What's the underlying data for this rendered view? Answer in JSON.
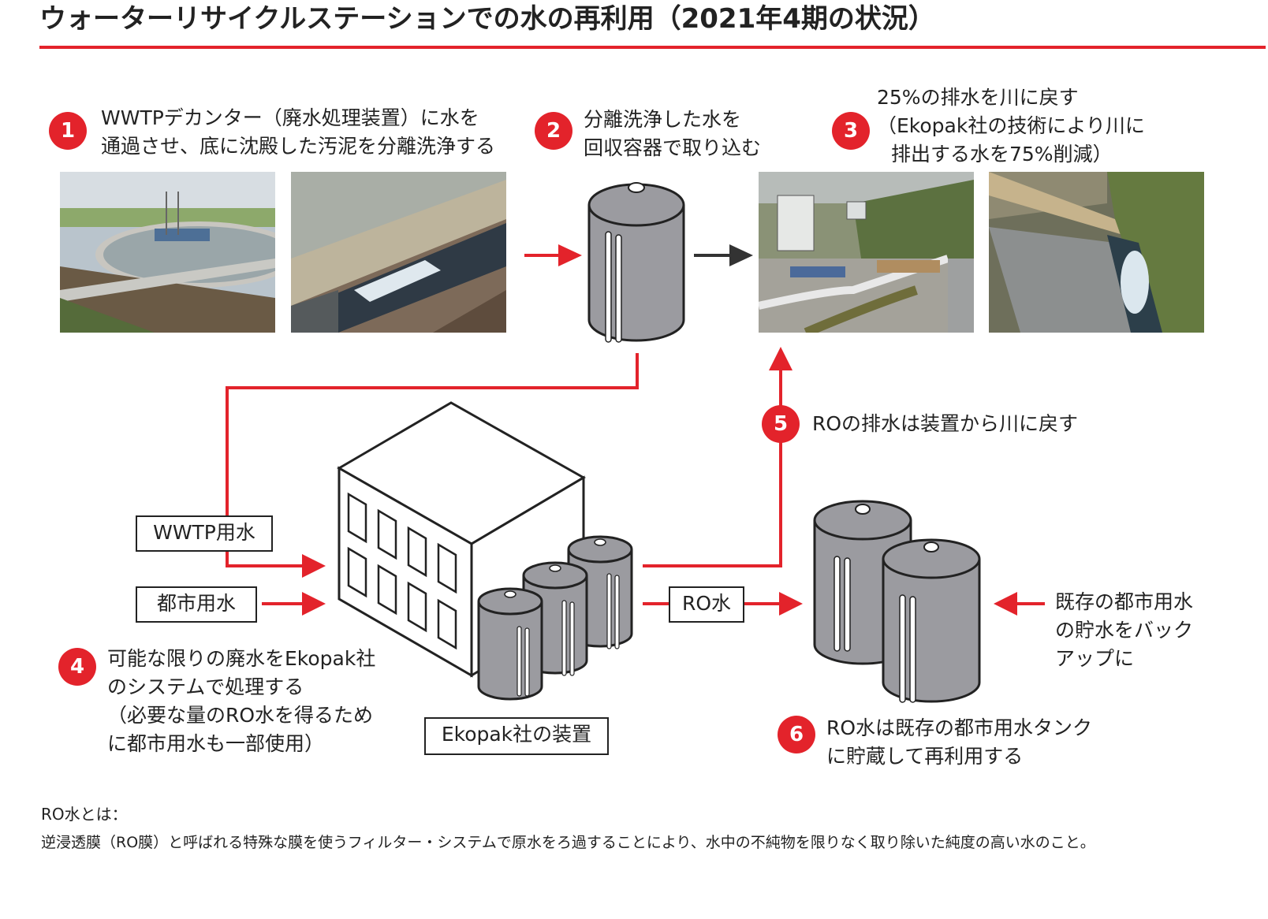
{
  "title": "ウォーターリサイクルステーションでの水の再利用（2021年4期の状況）",
  "colors": {
    "accent": "#e3232b",
    "tank": "#9b9ba0",
    "ink": "#222222"
  },
  "steps": [
    {
      "number": "1",
      "lines": [
        "WWTPデカンター（廃水処理装置）に水を",
        "通過させ、底に沈殿した汚泥を分離洗浄する"
      ]
    },
    {
      "number": "2",
      "lines": [
        "分離洗浄した水を",
        "回収容器で取り込む"
      ]
    },
    {
      "number": "3",
      "lines": [
        "25%の排水を川に戻す",
        "（Ekopak社の技術により川に",
        "排出する水を75%削減）"
      ]
    },
    {
      "number": "4",
      "lines": [
        "可能な限りの廃水をEkopak社",
        "のシステムで処理する",
        "（必要な量のRO水を得るため",
        "に都市用水も一部使用）"
      ]
    },
    {
      "number": "5",
      "lines": [
        "ROの排水は装置から川に戻す"
      ]
    },
    {
      "number": "6",
      "lines": [
        "RO水は既存の都市用水タンク",
        "に貯蔵して再利用する"
      ]
    }
  ],
  "labels": {
    "wwtp_water": "WWTP用水",
    "city_water": "都市用水",
    "ro_water": "RO水",
    "ekopak_equipment": "Ekopak社の装置",
    "backup": [
      "既存の都市用水",
      "の貯水をバック",
      "アップに"
    ]
  },
  "footnote": {
    "heading": "RO水とは：",
    "body": "逆浸透膜（RO膜）と呼ばれる特殊な膜を使うフィルター・システムで原水をろ過することにより、水中の不純物を限りなく取り除いた純度の高い水のこと。"
  },
  "icons": [
    "sedimentation-tank-photo",
    "decanter-channel-photo",
    "collection-tank-icon",
    "river-outlet-equipment-photo",
    "river-channel-photo",
    "ekopak-building-icon",
    "ekopak-small-tank-icon",
    "city-water-tank-icon"
  ]
}
